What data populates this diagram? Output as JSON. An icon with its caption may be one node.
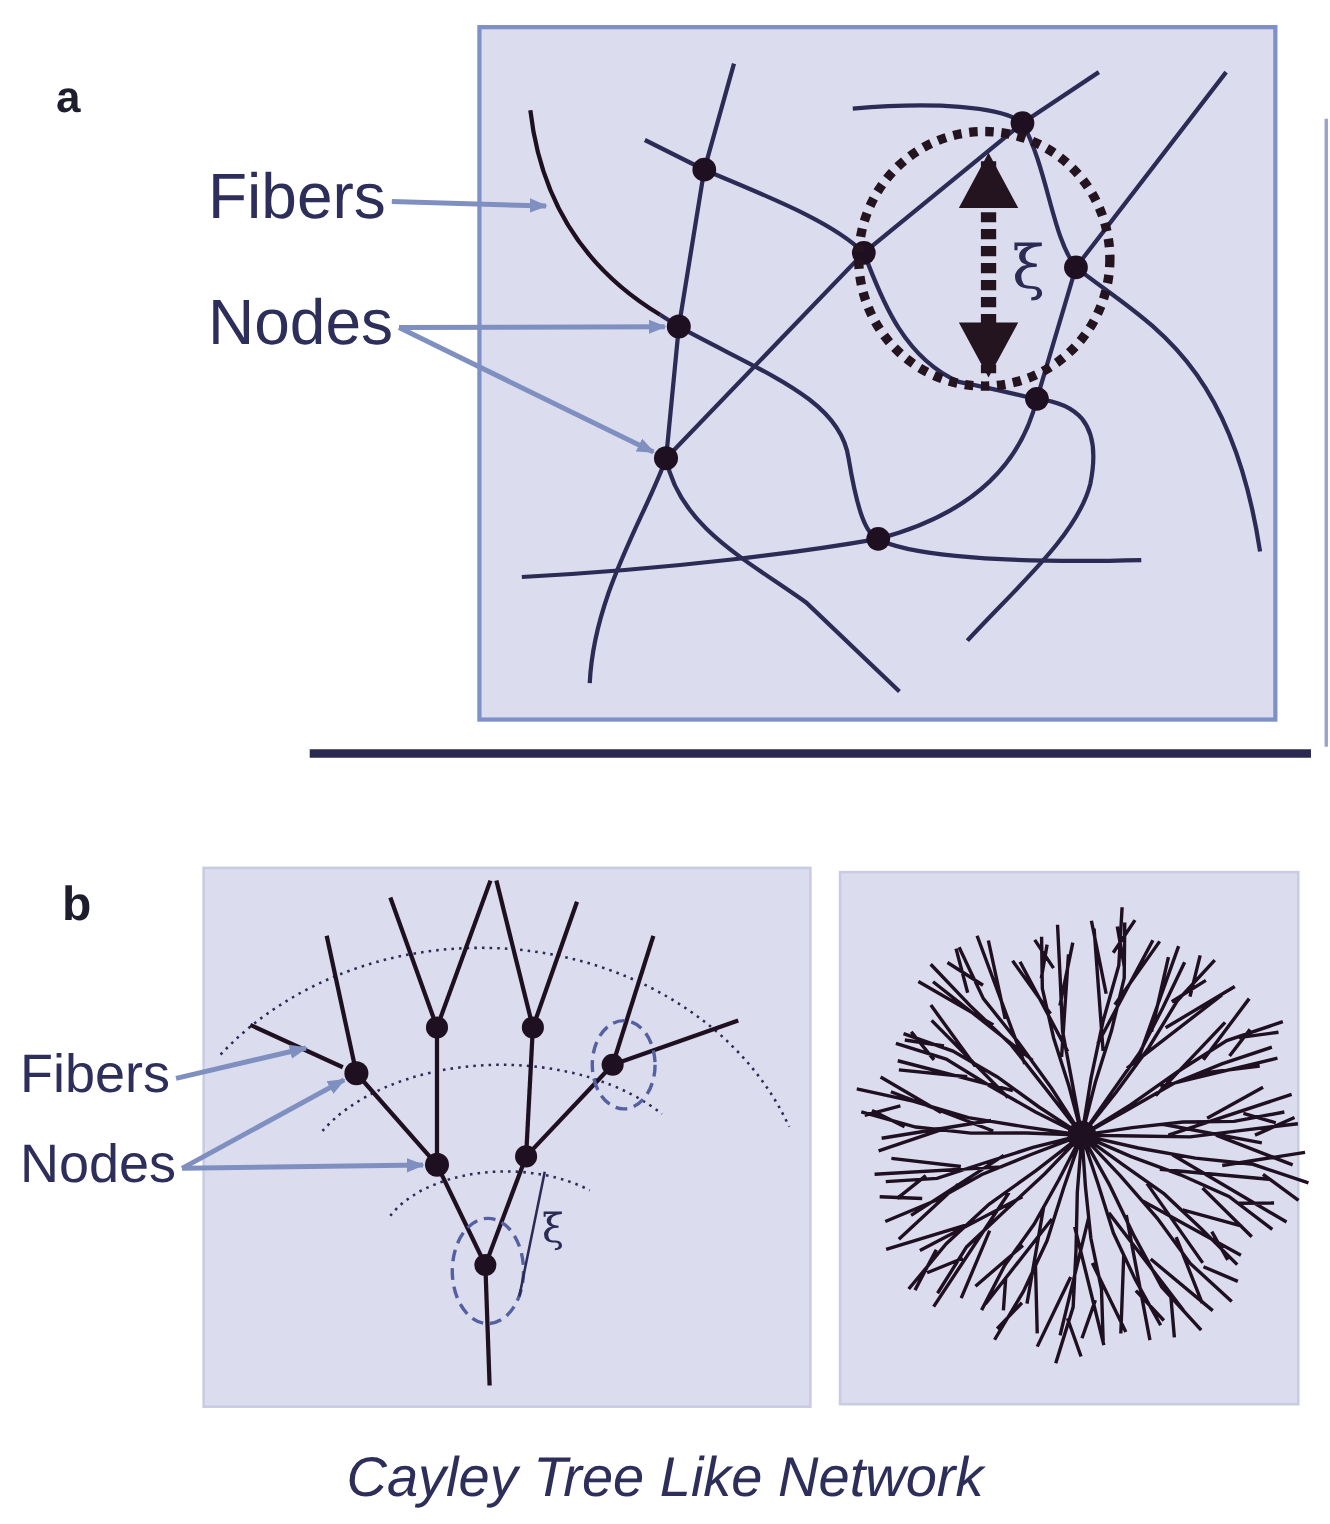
{
  "diagram": {
    "caption": "Cayley Tree Like Network",
    "nodes": [
      {
        "text": [
          "Fibers"
        ]
      },
      {
        "text": [
          "Nodes"
        ]
      },
      {
        "text": [],
        "shape": "line"
      },
      {
        "text": [],
        "shape": "circle"
      },
      {
        "text": [],
        "shape": "circle"
      },
      {
        "text": [
          "Fibers"
        ]
      },
      {
        "text": [
          "Nodes"
        ]
      },
      {
        "text": [],
        "shape": "line"
      },
      {
        "text": [],
        "shape": "circle"
      },
      {
        "text": [],
        "shape": "circle"
      }
    ],
    "edges": [
      {
        "from": 0,
        "to": 2,
        "arrow": "to"
      },
      {
        "from": 1,
        "to": 3,
        "arrow": "to"
      },
      {
        "from": 1,
        "to": 4,
        "arrow": "to"
      },
      {
        "from": 5,
        "to": 7,
        "arrow": "to"
      },
      {
        "from": 6,
        "to": 8,
        "arrow": "to"
      },
      {
        "from": 6,
        "to": 9,
        "arrow": "to"
      }
    ],
    "labels": [
      "a",
      "ξ",
      "b",
      "ξ"
    ]
  }
}
